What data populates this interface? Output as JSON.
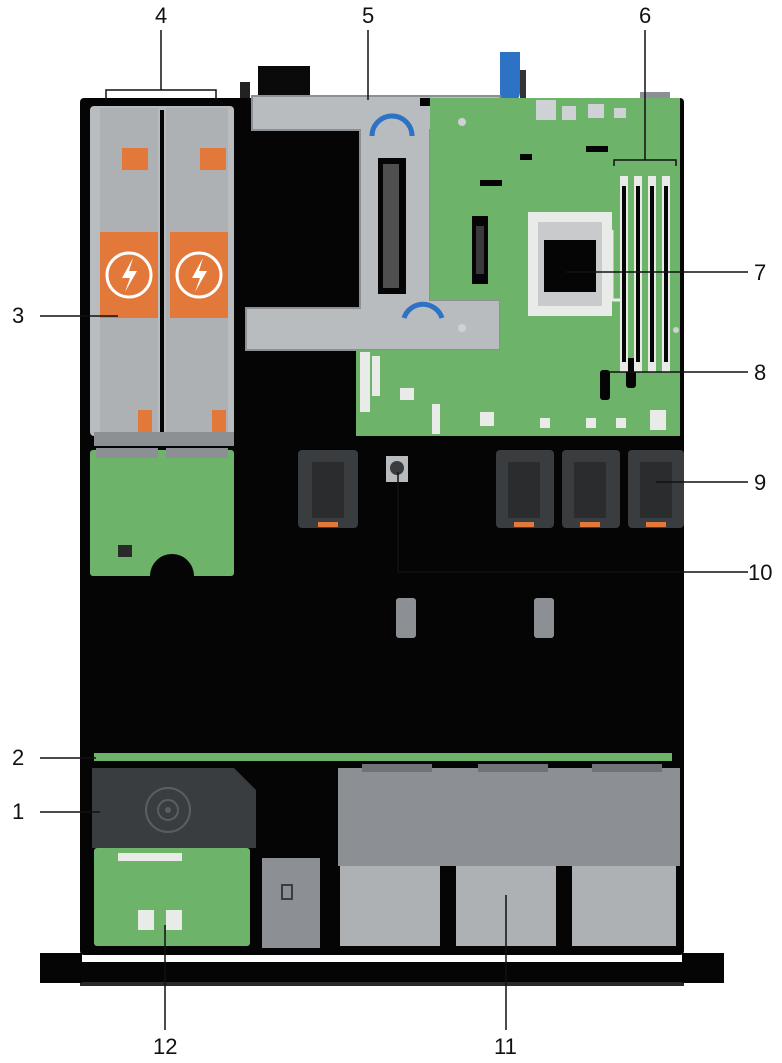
{
  "callouts": [
    {
      "id": "c1",
      "text": "1"
    },
    {
      "id": "c2",
      "text": "2"
    },
    {
      "id": "c3",
      "text": "3"
    },
    {
      "id": "c4",
      "text": "4"
    },
    {
      "id": "c5",
      "text": "5"
    },
    {
      "id": "c6",
      "text": "6"
    },
    {
      "id": "c7",
      "text": "7"
    },
    {
      "id": "c8",
      "text": "8"
    },
    {
      "id": "c9",
      "text": "9"
    },
    {
      "id": "c10",
      "text": "10"
    },
    {
      "id": "c11",
      "text": "11"
    },
    {
      "id": "c12",
      "text": "12"
    }
  ],
  "colors": {
    "chassis": "#050505",
    "board": "#6db36a",
    "board_dark": "#4f8f4d",
    "metal": "#b9bcbf",
    "metal_dark": "#8c9094",
    "orange": "#e2793a",
    "blue": "#2d72c4",
    "fan": "#3a3d40",
    "leader": "#111111"
  }
}
